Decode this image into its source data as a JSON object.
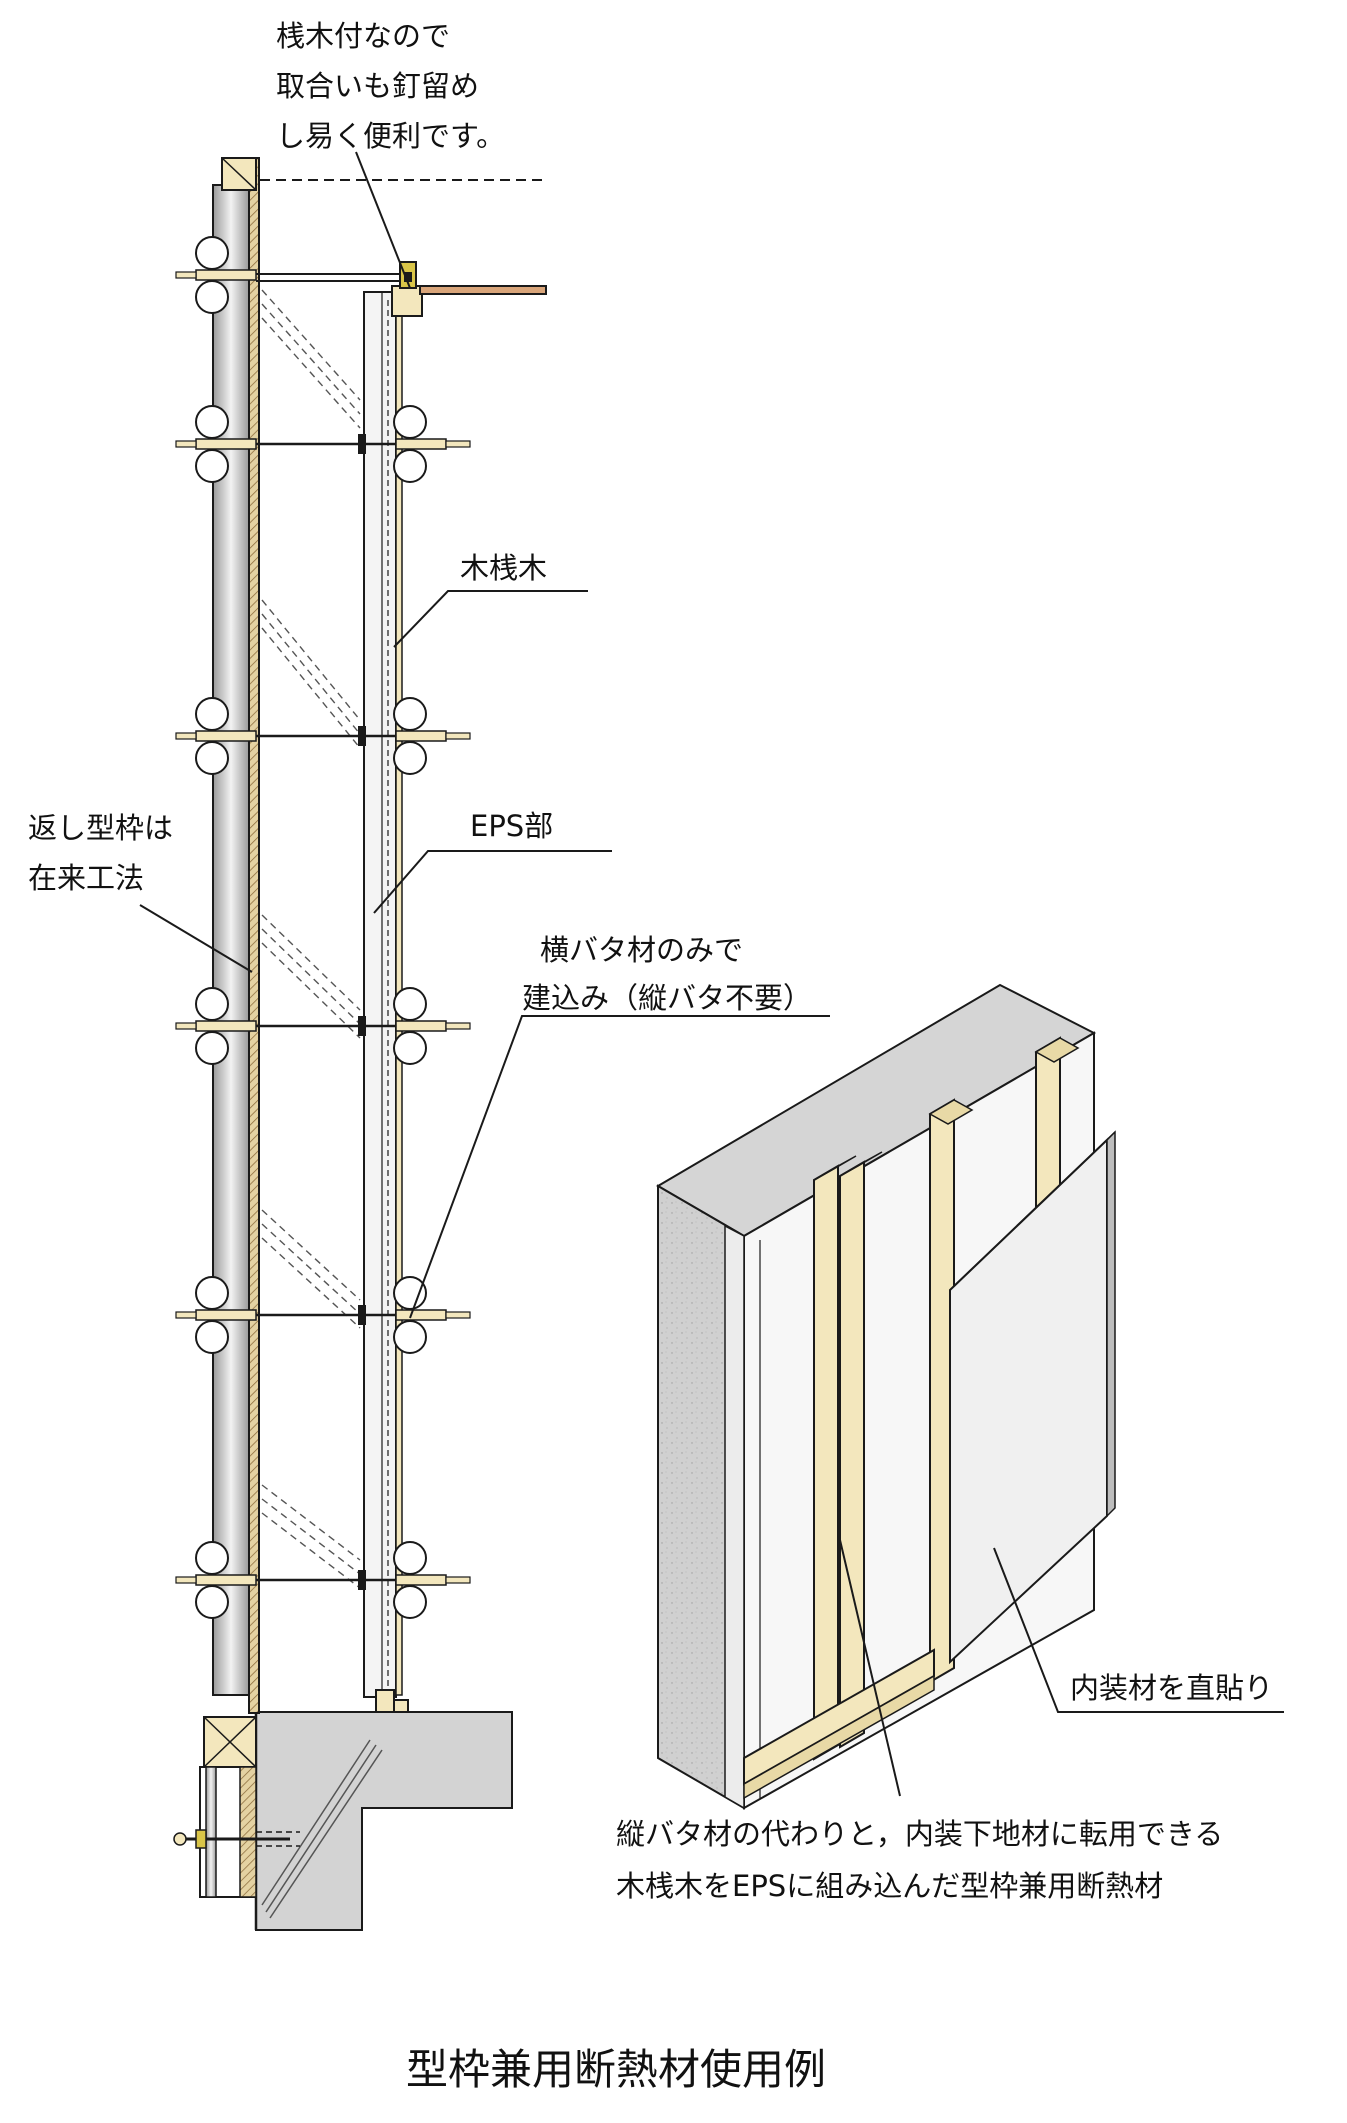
{
  "annotations": {
    "top_note": [
      "桟木付なので",
      "取合いも釘留め",
      "し易く便利です。"
    ],
    "wood_cleat": "木桟木",
    "eps": "EPS部",
    "return_form": [
      "返し型枠は",
      "在来工法"
    ],
    "horizontal_batten": [
      "横バタ材のみで",
      "建込み（縦バタ不要）"
    ],
    "interior_finish": "内装材を直貼り",
    "bottom_note": [
      "縦バタ材の代わりと，内装下地材に転用できる",
      "木桟木をEPSに組み込んだ型枠兼用断熱材"
    ]
  },
  "caption": "型枠兼用断熱材使用例",
  "colors": {
    "wood": "#f3e7bd",
    "wood_dark": "#d8c48a",
    "concrete": "#d3d3d3",
    "concrete_dark": "#bcbcbc",
    "eps": "#f4f4f4",
    "line": "#1a1a1a"
  }
}
